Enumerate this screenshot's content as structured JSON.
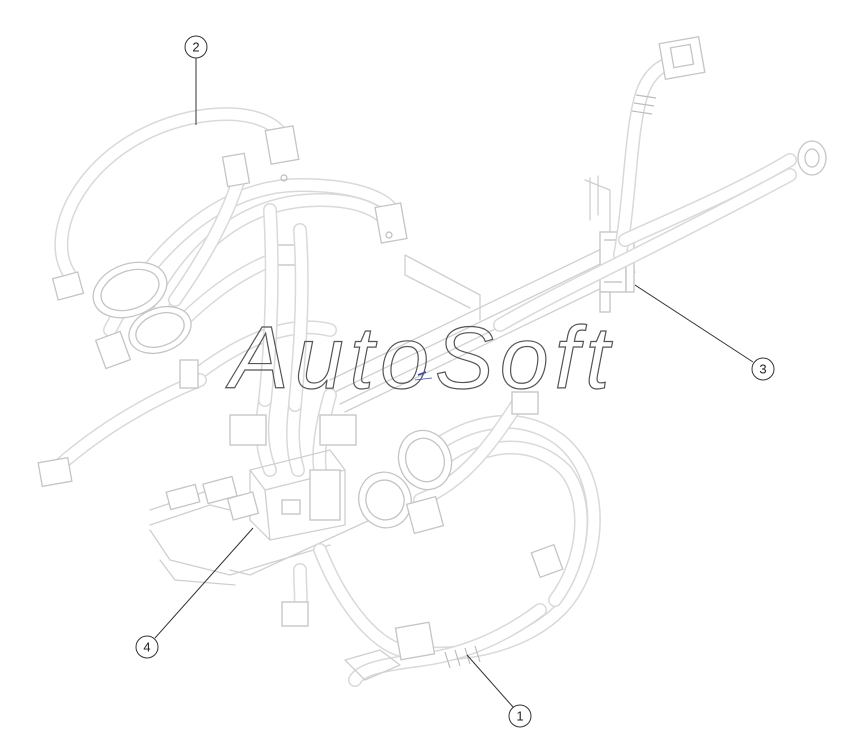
{
  "watermark": {
    "text": "AutoSoft",
    "color": "#555555"
  },
  "callouts": [
    {
      "number": "1"
    },
    {
      "number": "2"
    },
    {
      "number": "3"
    },
    {
      "number": "4"
    }
  ],
  "colors": {
    "line_art": "#cfcfcf",
    "leader": "#333333",
    "background": "#ffffff"
  }
}
